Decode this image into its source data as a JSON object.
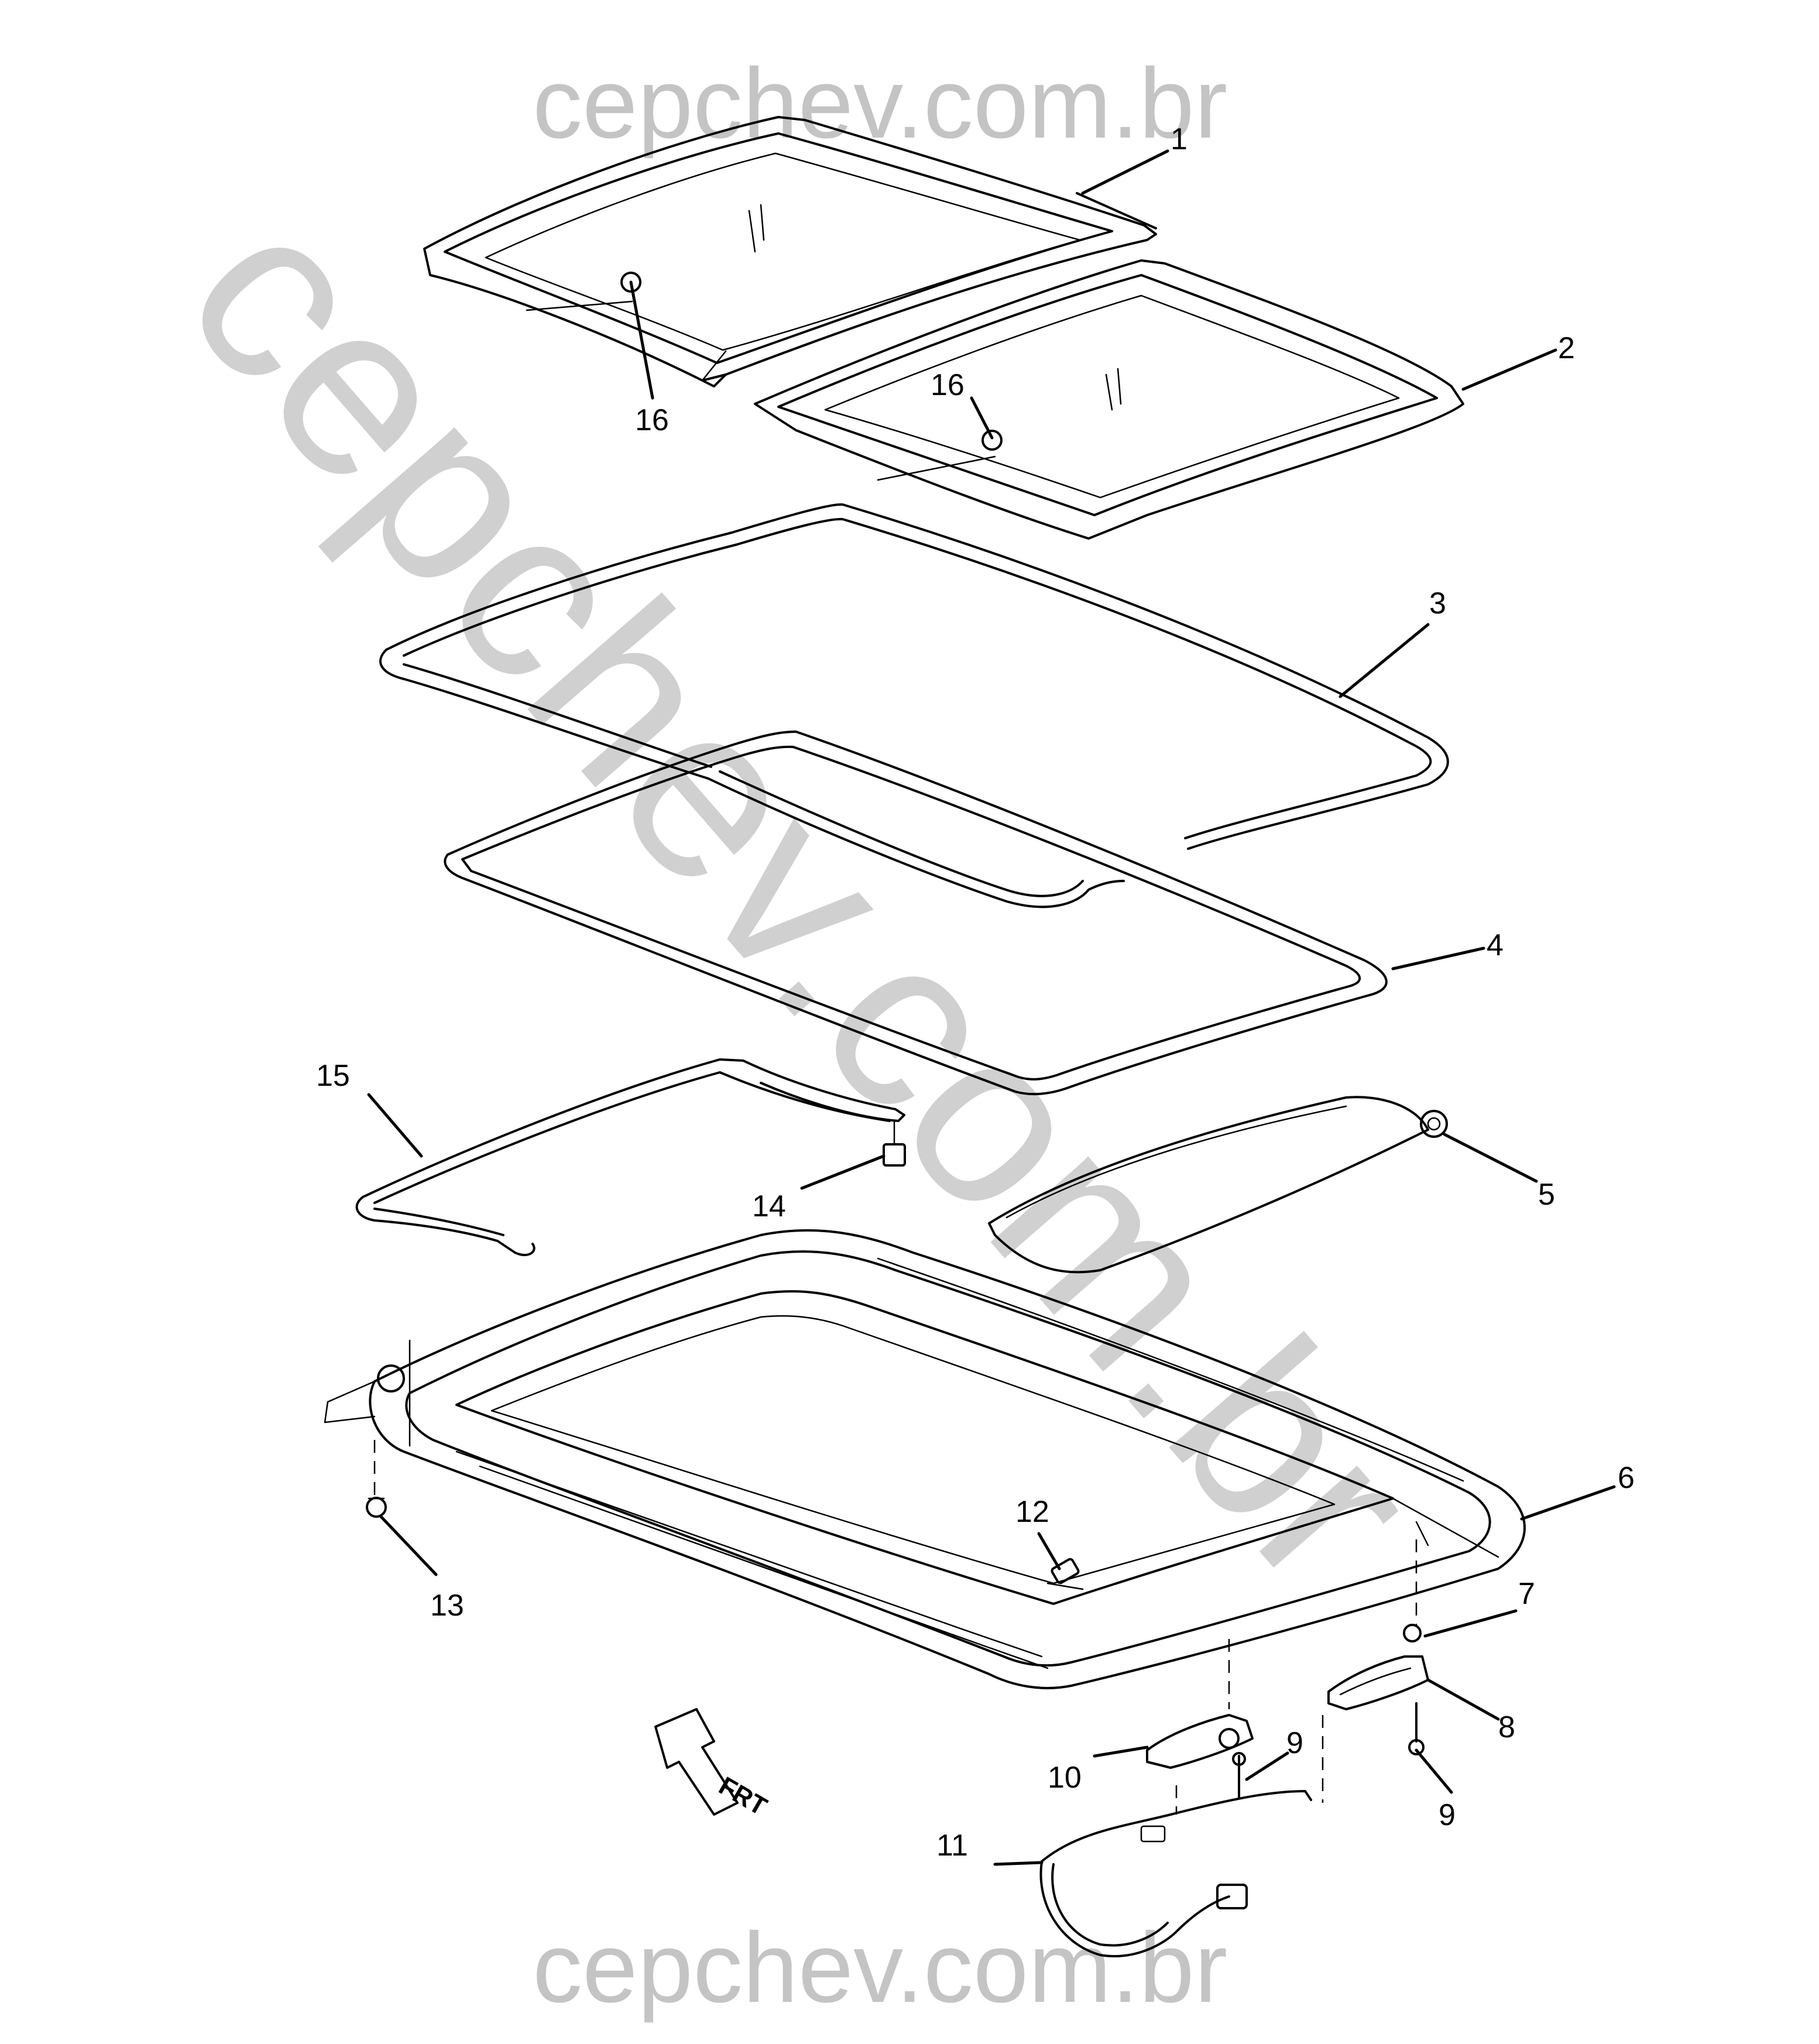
{
  "watermark": {
    "top": "cepchev.com.br",
    "diagonal": "cepchev.com.br",
    "bottom": "cepchev.com.br"
  },
  "orientation_label": "FRT",
  "callouts": [
    {
      "id": "1",
      "label": "1"
    },
    {
      "id": "2",
      "label": "2"
    },
    {
      "id": "3",
      "label": "3"
    },
    {
      "id": "4",
      "label": "4"
    },
    {
      "id": "5",
      "label": "5"
    },
    {
      "id": "6",
      "label": "6"
    },
    {
      "id": "7",
      "label": "7"
    },
    {
      "id": "8",
      "label": "8"
    },
    {
      "id": "9a",
      "label": "9"
    },
    {
      "id": "9b",
      "label": "9"
    },
    {
      "id": "10",
      "label": "10"
    },
    {
      "id": "11",
      "label": "11"
    },
    {
      "id": "12",
      "label": "12"
    },
    {
      "id": "13",
      "label": "13"
    },
    {
      "id": "14",
      "label": "14"
    },
    {
      "id": "15",
      "label": "15"
    },
    {
      "id": "16a",
      "label": "16"
    },
    {
      "id": "16b",
      "label": "16"
    }
  ]
}
